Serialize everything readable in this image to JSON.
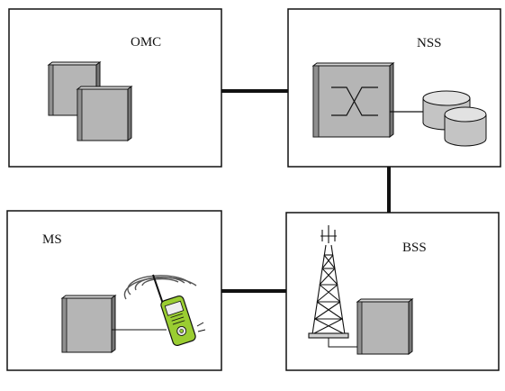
{
  "diagram": {
    "blocks": {
      "omc": {
        "label": "OMC"
      },
      "nss": {
        "label": "NSS"
      },
      "ms": {
        "label": "MS"
      },
      "bss": {
        "label": "BSS"
      }
    },
    "colors": {
      "border": "#111111",
      "equipment_fill": "#b5b5b5",
      "equipment_shade": "#8f8f8f",
      "phone_body": "#9acd32",
      "phone_screen": "#eeeeee",
      "radio_waves": "#555555"
    },
    "icons": [
      "server-cabinet-icon",
      "switch-icon",
      "database-icon",
      "antenna-tower-icon",
      "mobile-phone-icon",
      "radio-waves-icon"
    ]
  }
}
